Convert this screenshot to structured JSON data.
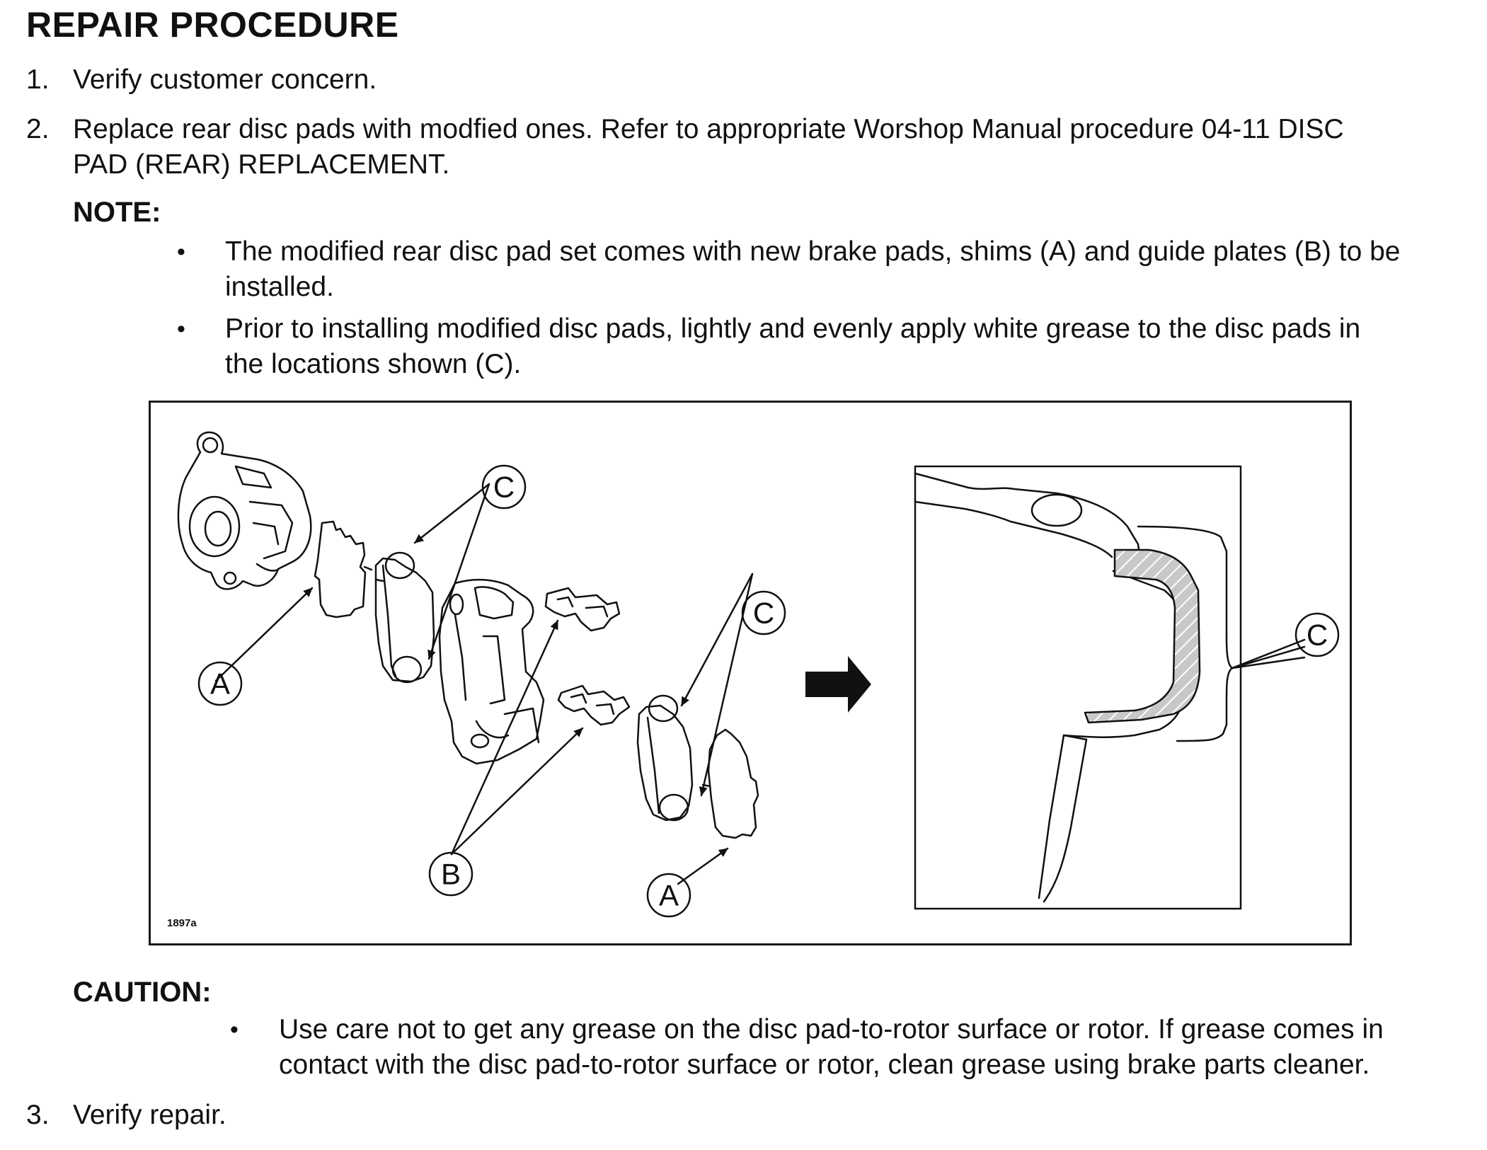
{
  "title": "REPAIR PROCEDURE",
  "steps": [
    {
      "num": "1.",
      "text": "Verify customer concern."
    },
    {
      "num": "2.",
      "line1": "Replace rear disc pads with modfied ones. Refer to appropriate Worshop Manual procedure 04-11 DISC",
      "line2": "PAD (REAR) REPLACEMENT."
    },
    {
      "num": "3.",
      "text": "Verify repair."
    }
  ],
  "note": {
    "heading": "NOTE:",
    "bullet_char": "•",
    "bullets": [
      {
        "line1": "The modified rear disc pad set comes with new brake pads, shims (A) and guide plates (B) to be",
        "line2": "installed."
      },
      {
        "line1": "Prior to installing modified disc pads, lightly and evenly apply white grease to the disc pads in",
        "line2": "the locations shown (C)."
      }
    ]
  },
  "figure": {
    "callouts": {
      "a": "A",
      "b": "B",
      "c": "C"
    },
    "figure_id": "1897a"
  },
  "caution": {
    "heading": "CAUTION:",
    "bullet_char": "•",
    "bullets": [
      {
        "line1": "Use care not to get any grease on the disc pad-to-rotor surface or rotor. If grease comes in",
        "line2": "contact with the disc pad-to-rotor surface or rotor, clean grease using brake parts cleaner."
      }
    ]
  }
}
